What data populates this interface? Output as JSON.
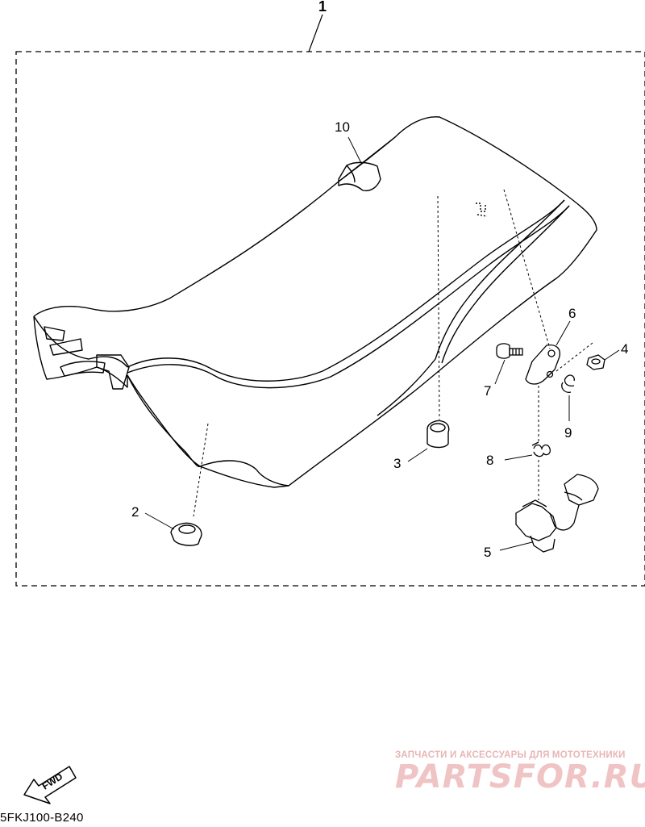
{
  "callouts": {
    "c1": "1",
    "c2": "2",
    "c3": "3",
    "c4": "4",
    "c5": "5",
    "c6": "6",
    "c7": "7",
    "c8": "8",
    "c9": "9",
    "c10": "10"
  },
  "fwd_label": "FWD",
  "diagram_code": "5FKJ100-B240",
  "watermark": {
    "tagline": "ЗАПЧАСТИ И АКСЕССУАРЫ ДЛЯ МОТОТЕХНИКИ",
    "logo": "PARTSFOR.RU"
  },
  "colors": {
    "line": "#000000",
    "watermark": "#f0c4c4"
  }
}
